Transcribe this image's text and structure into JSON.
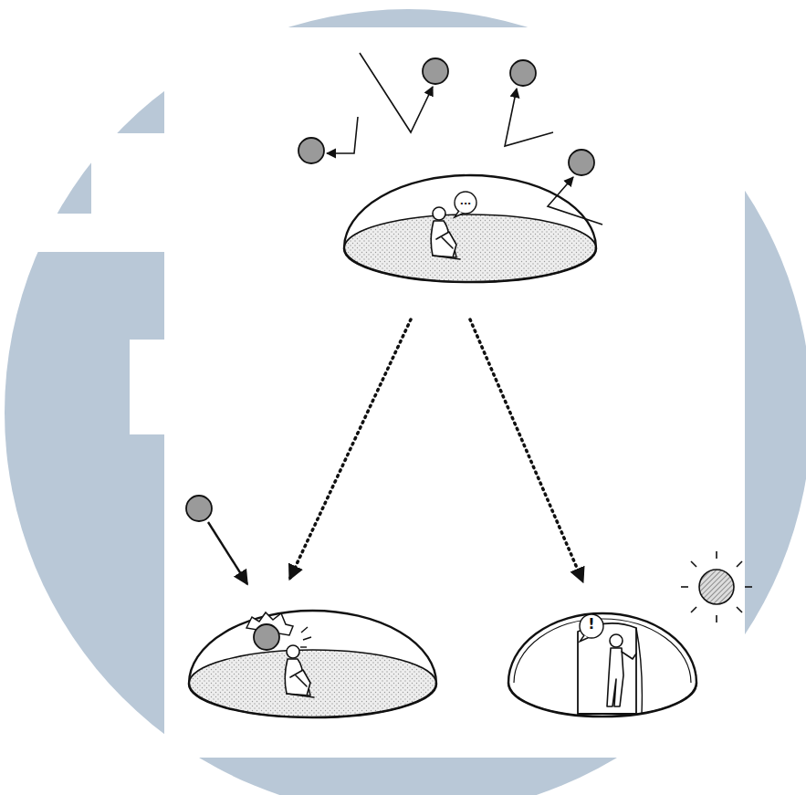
{
  "diagram": {
    "nodes": [
      {
        "text": [
          "..."
        ]
      },
      {
        "text": []
      },
      {
        "text": [
          "!"
        ]
      }
    ],
    "edges": [
      {
        "from": 0,
        "to": 1,
        "arrow": "to"
      },
      {
        "from": 0,
        "to": 2,
        "arrow": "to"
      }
    ]
  }
}
